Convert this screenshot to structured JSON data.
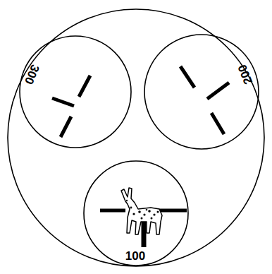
{
  "diagram": {
    "nodes": [
      {
        "text": [
          "300"
        ]
      },
      {
        "text": [
          "200"
        ]
      },
      {
        "text": [
          "100"
        ]
      }
    ]
  }
}
